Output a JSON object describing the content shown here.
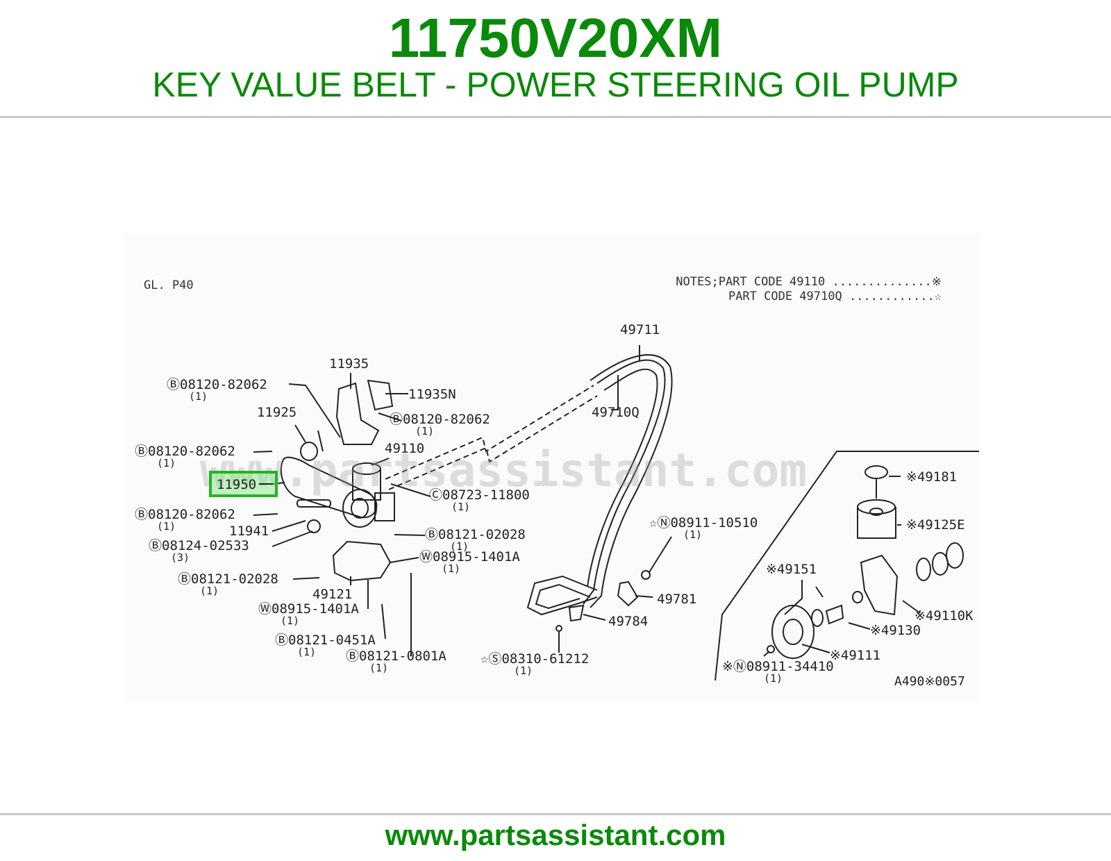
{
  "header": {
    "part_number": "11750V20XM",
    "description": "KEY VALUE BELT - POWER STEERING OIL PUMP"
  },
  "footer": {
    "url": "www.partsassistant.com"
  },
  "watermark": "www.partsassistant.com",
  "colors": {
    "brand_green": "#0a8a0a",
    "highlight_green": "#22b522",
    "line": "#222222"
  },
  "diagram": {
    "section_ref": "GL. P40",
    "notes": [
      "NOTES;PART CODE 49110  ..............※",
      "PART CODE 49710Q ............☆"
    ],
    "figure_code": "A490※0057",
    "highlighted_part": "11950",
    "labels": [
      {
        "id": "l1",
        "text": "Ⓑ08120-82062"
      },
      {
        "id": "l1q",
        "text": "(1)"
      },
      {
        "id": "l2",
        "text": "11935"
      },
      {
        "id": "l3",
        "text": "11935N"
      },
      {
        "id": "l4",
        "text": "11925"
      },
      {
        "id": "l5",
        "text": "Ⓑ08120-82062"
      },
      {
        "id": "l5q",
        "text": "(1)"
      },
      {
        "id": "l6",
        "text": "Ⓑ08120-82062"
      },
      {
        "id": "l6q",
        "text": "(1)"
      },
      {
        "id": "l7",
        "text": "49110"
      },
      {
        "id": "l8",
        "text": "Ⓒ08723-11800"
      },
      {
        "id": "l8q",
        "text": "(1)"
      },
      {
        "id": "l9",
        "text": "Ⓑ08120-82062"
      },
      {
        "id": "l9q",
        "text": "(1)"
      },
      {
        "id": "l10",
        "text": "11941"
      },
      {
        "id": "l11",
        "text": "Ⓑ08124-02533"
      },
      {
        "id": "l11q",
        "text": "(3)"
      },
      {
        "id": "l12",
        "text": "Ⓑ08121-02028"
      },
      {
        "id": "l12q",
        "text": "(1)"
      },
      {
        "id": "l13",
        "text": "Ⓦ08915-1401A"
      },
      {
        "id": "l13q",
        "text": "(1)"
      },
      {
        "id": "l14",
        "text": "Ⓑ08121-02028"
      },
      {
        "id": "l14q",
        "text": "(1)"
      },
      {
        "id": "l15",
        "text": "49121"
      },
      {
        "id": "l16",
        "text": "Ⓦ08915-1401A"
      },
      {
        "id": "l16q",
        "text": "(1)"
      },
      {
        "id": "l17",
        "text": "Ⓑ08121-0451A"
      },
      {
        "id": "l17q",
        "text": "(1)"
      },
      {
        "id": "l18",
        "text": "Ⓑ08121-0801A"
      },
      {
        "id": "l18q",
        "text": "(1)"
      },
      {
        "id": "l19",
        "text": "49711"
      },
      {
        "id": "l20",
        "text": "49710Q"
      },
      {
        "id": "l21",
        "text": "☆Ⓝ08911-10510"
      },
      {
        "id": "l21q",
        "text": "(1)"
      },
      {
        "id": "l22",
        "text": "49781"
      },
      {
        "id": "l23",
        "text": "49784"
      },
      {
        "id": "l24",
        "text": "☆Ⓢ08310-61212"
      },
      {
        "id": "l24q",
        "text": "(1)"
      },
      {
        "id": "l25",
        "text": "※49181"
      },
      {
        "id": "l26",
        "text": "※49125E"
      },
      {
        "id": "l27",
        "text": "※49151"
      },
      {
        "id": "l28",
        "text": "※49110K"
      },
      {
        "id": "l29",
        "text": "※49130"
      },
      {
        "id": "l30",
        "text": "※49111"
      },
      {
        "id": "l31",
        "text": "※Ⓝ08911-34410"
      },
      {
        "id": "l31q",
        "text": "(1)"
      }
    ]
  }
}
